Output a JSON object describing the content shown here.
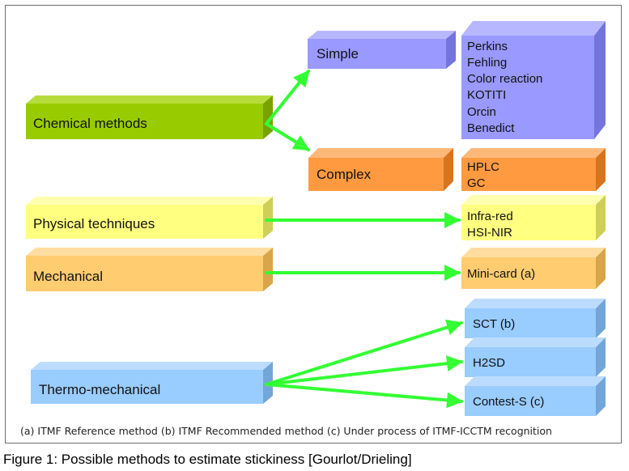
{
  "nodes": {
    "chemical": {
      "label": "Chemical methods",
      "front": "#99cc00",
      "top": "#b6dc3c",
      "side": "#78a200"
    },
    "simple": {
      "label": "Simple",
      "front": "#9999ff",
      "top": "#b7b7ff",
      "side": "#7474dd"
    },
    "complex": {
      "label": "Complex",
      "front": "#ff9a40",
      "top": "#ffb878",
      "side": "#d7741e"
    },
    "physical": {
      "label": "Physical techniques",
      "front": "#ffff80",
      "top": "#ffffb0",
      "side": "#cfcf58"
    },
    "mechanical": {
      "label": "Mechanical",
      "front": "#ffcc70",
      "top": "#ffdda0",
      "side": "#d8a54a"
    },
    "thermo": {
      "label": "Thermo-mechanical",
      "front": "#99ccff",
      "top": "#bcdcff",
      "side": "#73a6d8"
    }
  },
  "outcomes": {
    "simple_list": {
      "items": [
        "Perkins",
        "Fehling",
        "Color reaction",
        "KOTITI",
        "Orcin",
        "Benedict"
      ],
      "front": "#9999ff",
      "top": "#b7b7ff",
      "side": "#7474dd"
    },
    "complex_list": {
      "items": [
        "HPLC",
        "GC"
      ],
      "front": "#ff9a40",
      "top": "#ffb878",
      "side": "#d7741e"
    },
    "physical_list": {
      "items": [
        "Infra-red",
        "HSI-NIR"
      ],
      "front": "#ffff80",
      "top": "#ffffb0",
      "side": "#cfcf58"
    },
    "mechanical_list": {
      "items": [
        "Mini-card (a)"
      ],
      "front": "#ffcc70",
      "top": "#ffdda0",
      "side": "#d8a54a"
    },
    "sct": {
      "items": [
        "SCT (b)"
      ],
      "front": "#99ccff",
      "top": "#bcdcff",
      "side": "#73a6d8"
    },
    "h2sd": {
      "items": [
        "H2SD"
      ],
      "front": "#99ccff",
      "top": "#bcdcff",
      "side": "#73a6d8"
    },
    "contest": {
      "items": [
        "Contest-S (c)"
      ],
      "front": "#99ccff",
      "top": "#bcdcff",
      "side": "#73a6d8"
    }
  },
  "arrow_color": "#33ff33",
  "footnote": "(a) ITMF Reference method  (b) ITMF Recommended method (c) Under process of ITMF-ICCTM recognition",
  "caption": "Figure 1: Possible methods to estimate stickiness [Gourlot/Drieling]"
}
